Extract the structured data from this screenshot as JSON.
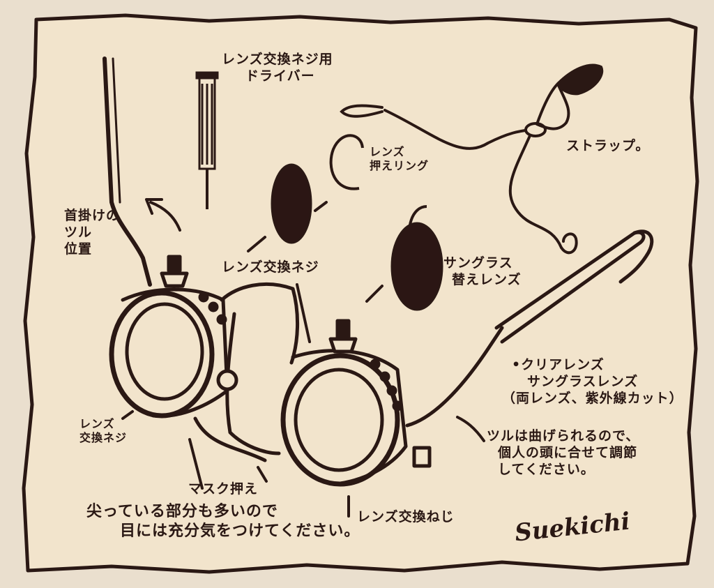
{
  "colors": {
    "paper": "#f2e4cc",
    "ink": "#2a1814",
    "background": "#eadfce",
    "lens_dark": "#2b1614"
  },
  "labels": {
    "driver_line1": "レンズ交換ネジ用",
    "driver_line2": "ドライバー",
    "ring_line1": "レンズ",
    "ring_line2": "押えリング",
    "strap": "ストラップ。",
    "neck_line1": "首掛けの",
    "neck_line2": "ツル",
    "neck_line3": "位置",
    "screw_top": "レンズ交換ネジ",
    "sunglass_line1": "サングラス",
    "sunglass_line2": "替えレンズ",
    "lens_types_line1": "•クリアレンズ",
    "lens_types_line2": "サングラスレンズ",
    "lens_types_line3": "（両レンズ、紫外線カット）",
    "temple_line1": "ツルは曲げられるので、",
    "temple_line2": "個人の頭に合せて調節",
    "temple_line3": "してください。",
    "screw_left_line1": "レンズ",
    "screw_left_line2": "交換ネジ",
    "mask": "マスク押え",
    "screw_bottom": "レンズ交換ねじ",
    "warning_line1": "尖っている部分も多いので",
    "warning_line2": "目には充分気をつけてください。",
    "signature": "Suekichi"
  }
}
